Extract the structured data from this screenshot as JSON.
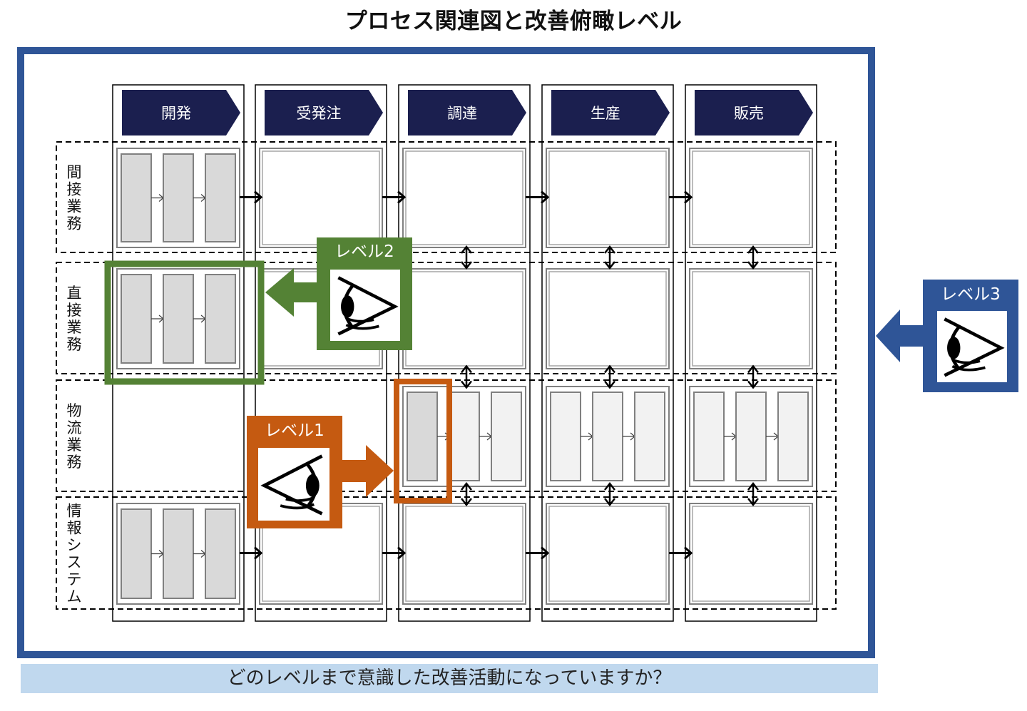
{
  "title": "プロセス関連図と改善俯瞰レベル",
  "phases": [
    "開発",
    "受発注",
    "調達",
    "生産",
    "販売"
  ],
  "rows": [
    {
      "label": "間接業務"
    },
    {
      "label": "直接業務"
    },
    {
      "label": "物流業務"
    },
    {
      "label": "情報システム"
    }
  ],
  "levels": [
    {
      "label": "レベル1",
      "color": "#c55a11"
    },
    {
      "label": "レベル2",
      "color": "#548235"
    },
    {
      "label": "レベル3",
      "color": "#2f5597"
    }
  ],
  "question": "どのレベルまで意識した改善活動になっていますか？",
  "colors": {
    "phase_fill": "#1b1f4f",
    "frame": "#2f5597",
    "question_bg": "#c0d8ee",
    "cell_fill_dark": "#d9d9d9",
    "cell_fill_light": "#f2f2f2"
  },
  "icons": [
    "eye-icon"
  ]
}
